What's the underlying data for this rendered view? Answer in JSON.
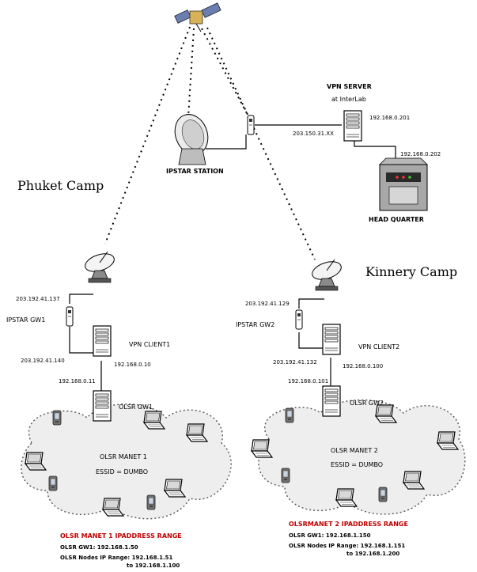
{
  "satellite": {
    "icon": "satellite-icon"
  },
  "ipstar_station": {
    "label": "IPSTAR STATION"
  },
  "vpn_server": {
    "label_line1": "VPN SERVER",
    "label_line2": "at InterLab",
    "ip_left": "203.150.31.XX",
    "ip_right": "192.168.0.201"
  },
  "head_quarter": {
    "label": "HEAD QUARTER",
    "ip": "192.168.0.202"
  },
  "phuket": {
    "camp_name": "Phuket Camp",
    "gw_ip_top": "203.192.41.137",
    "gw_label": "IPSTAR GW1",
    "gw_ip_bottom": "203.192.41.140",
    "client_label": "VPN CLIENT1",
    "client_ip": "192.168.0.10",
    "olsr_ip": "192.168.0.11",
    "olsr_label": "OLSR GW1",
    "manet_title": "OLSR MANET 1",
    "essid": "ESSID = DUMBO",
    "range_title": "OLSR MANET 1 IPADDRESS RANGE",
    "gw_line": "OLSR GW1:  192.168.1.50",
    "nodes_line": "OLSR Nodes IP Range:  192.168.1.51",
    "nodes_line2": "to 192.168.1.100"
  },
  "kinnery": {
    "camp_name": "Kinnery Camp",
    "gw_ip_top": "203.192.41.129",
    "gw_label": "IPSTAR GW2",
    "gw_ip_bottom": "203.192.41.132",
    "client_label": "VPN CLIENT2",
    "client_ip": "192.168.0.100",
    "olsr_ip": "192.168.0.101",
    "olsr_label": "OLSR GW2",
    "manet_title": "OLSR MANET 2",
    "essid": "ESSID = DUMBO",
    "range_title": "OLSRMANET 2 IPADDRESS RANGE",
    "gw_line": "OLSR GW1:  192.168.1.150",
    "nodes_line": "OLSR Nodes IP Range:  192.168.1.151",
    "nodes_line2": "to 192.168.1.200"
  }
}
